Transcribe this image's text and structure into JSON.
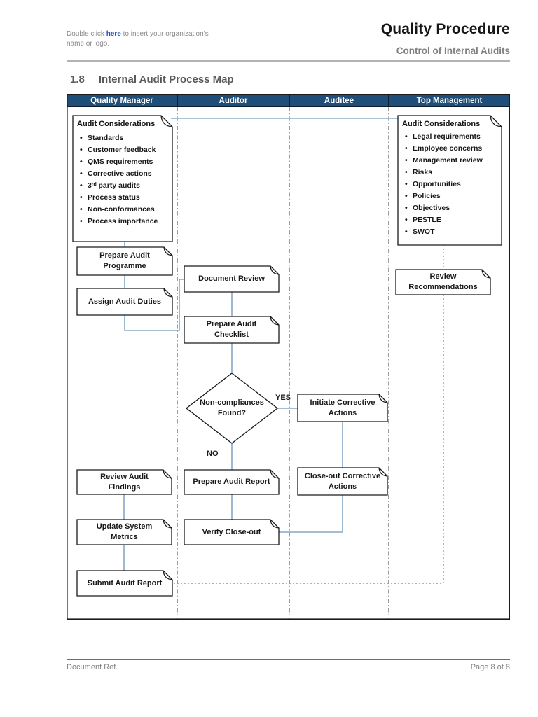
{
  "header": {
    "org_hint_prefix": "Double click ",
    "org_hint_link": "here",
    "org_hint_suffix": " to insert your organization’s",
    "org_hint_line2": "name or logo.",
    "title": "Quality Procedure",
    "subtitle": "Control of Internal Audits"
  },
  "section": {
    "number": "1.8",
    "title": "Internal Audit Process Map"
  },
  "diagram": {
    "lanes": [
      "Quality Manager",
      "Auditor",
      "Auditee",
      "Top Management"
    ],
    "qm_considerations": {
      "title": "Audit Considerations",
      "items": [
        "Standards",
        "Customer feedback",
        "QMS requirements",
        "Corrective actions",
        "3ʳᵈ party audits",
        "Process status",
        "Non-conformances",
        "Process importance"
      ]
    },
    "tm_considerations": {
      "title": "Audit Considerations",
      "items": [
        "Legal requirements",
        "Employee concerns",
        "Management review",
        "Risks",
        "Opportunities",
        "Policies",
        "Objectives",
        "PESTLE",
        "SWOT"
      ]
    },
    "nodes": {
      "prepare_audit_programme": "Prepare Audit Programme",
      "assign_audit_duties": "Assign Audit Duties",
      "document_review": "Document Review",
      "prepare_audit_checklist": "Prepare Audit Checklist",
      "non_compliances_found": "Non-compliances Found?",
      "initiate_corrective_actions": "Initiate Corrective Actions",
      "close_out_corrective_actions": "Close-out Corrective Actions",
      "prepare_audit_report": "Prepare Audit Report",
      "verify_close_out": "Verify Close-out",
      "review_audit_findings": "Review Audit Findings",
      "update_system_metrics": "Update System Metrics",
      "submit_audit_report": "Submit Audit Report",
      "review_recommendations": "Review Recommendations"
    },
    "labels": {
      "yes": "YES",
      "no": "NO"
    }
  },
  "footer": {
    "left": "Document Ref.",
    "right": "Page 8 of 8"
  },
  "colors": {
    "lane_header_bg": "#1f4e79",
    "lane_header_text": "#ffffff",
    "connector": "#87a9c5",
    "connector_light": "#a9c2d6",
    "connector_dotted": "#6fa3cc",
    "shape_border": "#1a1a1a",
    "link": "#1c54c7",
    "muted_text": "#7f7f7f"
  }
}
